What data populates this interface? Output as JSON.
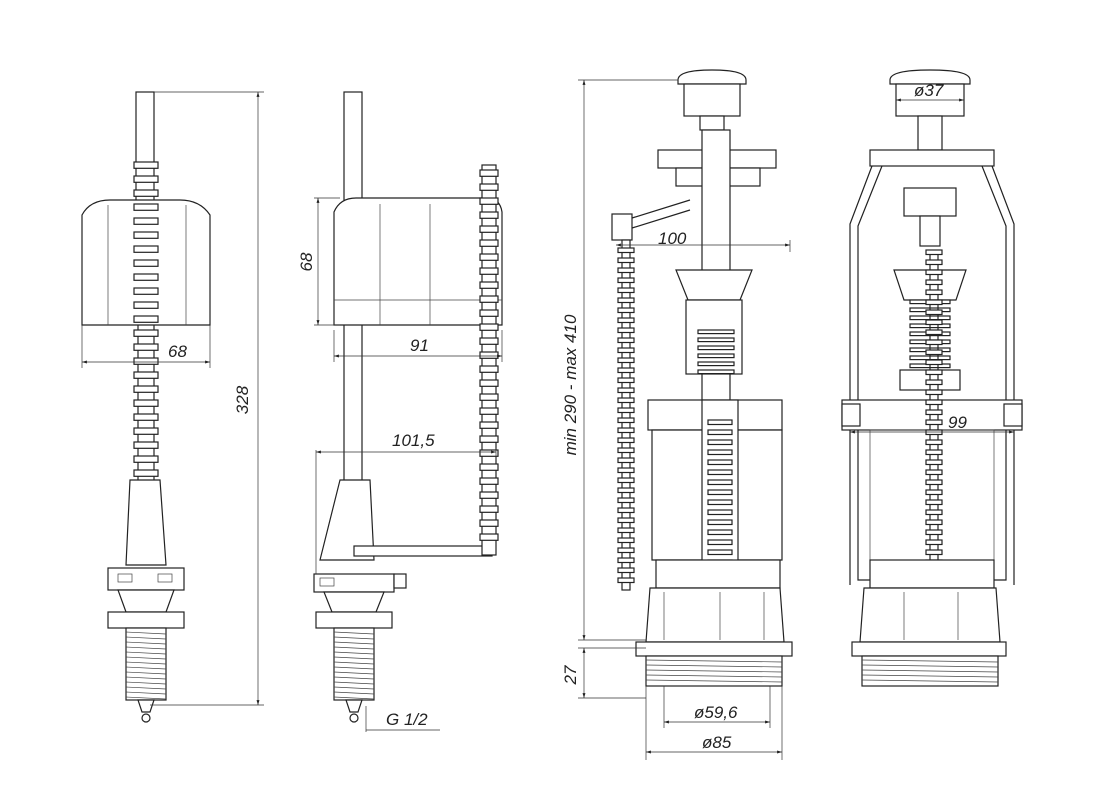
{
  "dimensions": {
    "fill_valve_bottom_entry": {
      "float_width": "68",
      "overall_height": "328"
    },
    "fill_valve_side_entry": {
      "float_height": "68",
      "float_reach": "91",
      "arm_reach": "101,5",
      "thread": "G 1/2"
    },
    "flush_valve_front": {
      "adjustable_height": "min 290 - max 410",
      "side_reach": "100",
      "base_height": "27",
      "thread_diameter": "ø59,6",
      "flange_diameter": "ø85"
    },
    "flush_valve_side": {
      "button_diameter": "ø37",
      "body_width": "99"
    }
  },
  "colors": {
    "line": "#222222",
    "background": "#ffffff"
  }
}
